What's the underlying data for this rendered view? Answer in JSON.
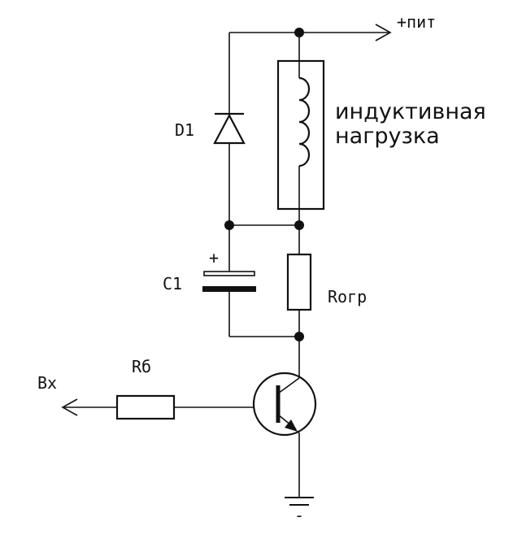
{
  "labels": {
    "power": "+пит",
    "diode": "D1",
    "load_line1": "индуктивная",
    "load_line2": "нагрузка",
    "capacitor": "C1",
    "cap_polarity": "+",
    "resistor_limit": "Rогр",
    "resistor_base": "Rб",
    "input": "Вх",
    "ground_mark": "-"
  }
}
